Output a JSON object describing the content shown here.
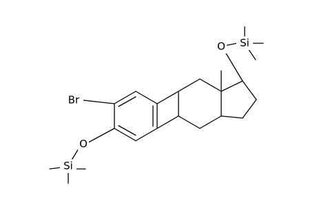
{
  "molecule": {
    "atom_labels": [
      {
        "id": "Br",
        "text": "Br"
      },
      {
        "id": "O3",
        "text": "O"
      },
      {
        "id": "Si3",
        "text": "Si"
      },
      {
        "id": "O17",
        "text": "O"
      },
      {
        "id": "Si17",
        "text": "Si"
      }
    ]
  }
}
